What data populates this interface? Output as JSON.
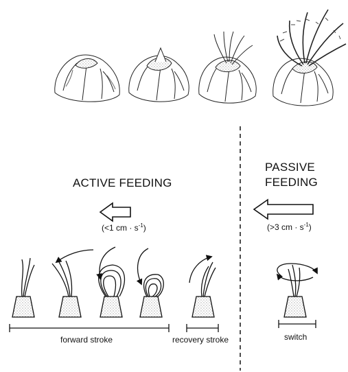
{
  "headings": {
    "active": "ACTIVE FEEDING",
    "passive_line1": "PASSIVE",
    "passive_line2": "FEEDING"
  },
  "flow": {
    "active_prefix": "(<1 cm · s",
    "active_exp": "-1",
    "active_suffix": ")",
    "passive_prefix": "(>3 cm · s",
    "passive_exp": "-1",
    "passive_suffix": ")"
  },
  "labels": {
    "forward_stroke": "forward stroke",
    "recovery_stroke": "recovery stroke",
    "switch": "switch"
  },
  "colors": {
    "ink": "#111111",
    "stipple": "#555555",
    "background": "#ffffff"
  }
}
